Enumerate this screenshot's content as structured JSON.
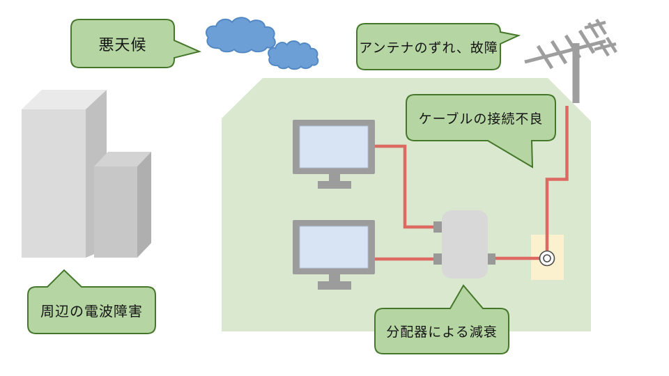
{
  "scene": {
    "title": "TV reception trouble causes diagram",
    "callouts": {
      "weather": "悪天候",
      "antenna": "アンテナのずれ、故障",
      "cable": "ケーブルの接続不良",
      "splitter": "分配器による減衰",
      "interference": "周辺の電波障害"
    },
    "icons": {
      "clouds": "cloud-icon",
      "antenna": "tv-antenna-icon",
      "house": "house-shape",
      "tv": "tv-icon",
      "splitter": "splitter-icon",
      "outlet": "coax-outlet-icon",
      "buildings": "building-icon",
      "cable": "coax-cable-line"
    },
    "colors": {
      "callout_fill": "#B5D5A3",
      "callout_border": "#44772A",
      "house_fill": "#DAE8CF",
      "cloud_blue": "#6D9FD7",
      "cloud_border": "#5288C4",
      "cable_red": "#DC6A63",
      "outlet_cream": "#FCF1CE",
      "device_gray": "#9C9C9C",
      "screen_blue": "#D8E4F4",
      "splitter_gray": "#D8D8D8",
      "port_gray": "#999999",
      "building_front": "#DBDBDB",
      "building_side": "#C0C0C0",
      "building_top": "#EAEAEA"
    }
  }
}
